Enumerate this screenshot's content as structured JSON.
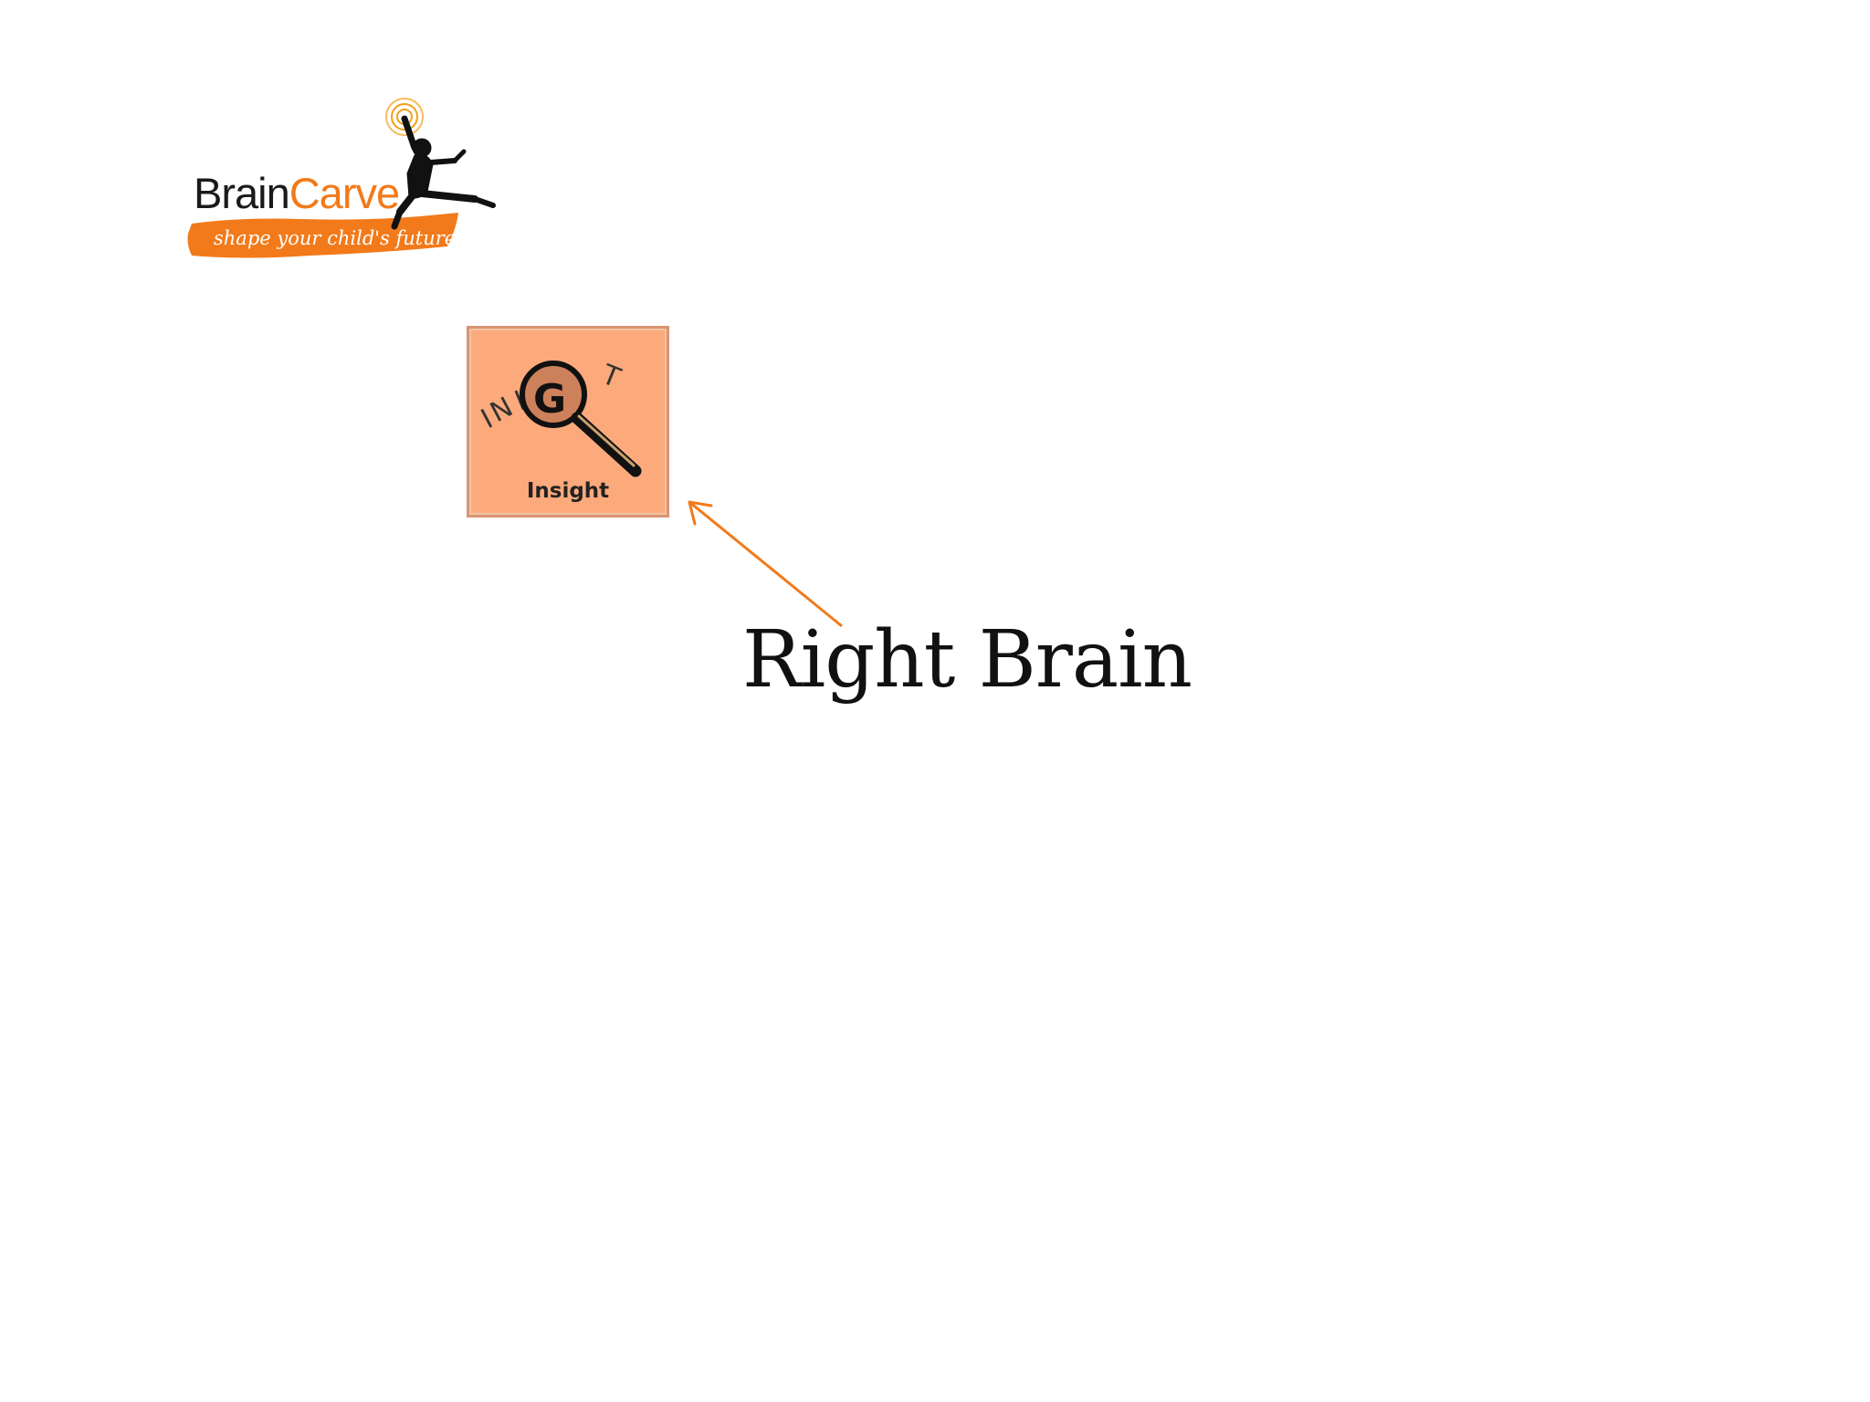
{
  "logo": {
    "brand_part1": "Brain",
    "brand_part2": "Carve",
    "tagline": "shape your child's future",
    "colors": {
      "orange": "#f27a1a",
      "dark": "#1a1a1a"
    }
  },
  "insight_tile": {
    "label": "Insight",
    "icon": "magnifying-glass-icon",
    "background": "#fcaa7c"
  },
  "arrow": {
    "color": "#f27a1a"
  },
  "caption": "Right Brain"
}
